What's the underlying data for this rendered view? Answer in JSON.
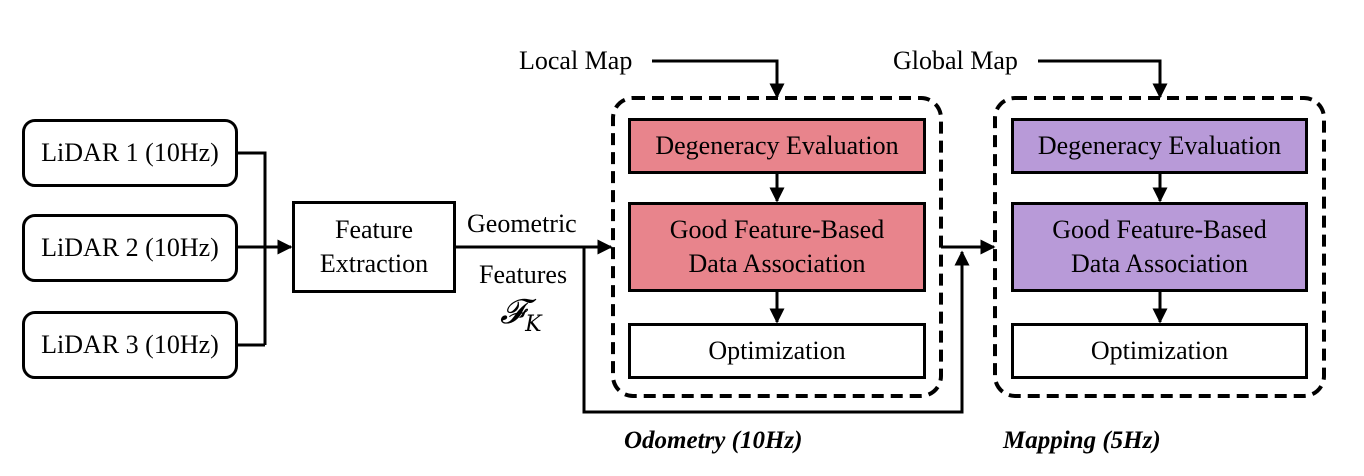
{
  "inputs": {
    "lidar1": "LiDAR 1 (10Hz)",
    "lidar2": "LiDAR 2 (10Hz)",
    "lidar3": "LiDAR 3 (10Hz)"
  },
  "feature_extraction": {
    "line1": "Feature",
    "line2": "Extraction"
  },
  "features_label": {
    "line1": "Geometric",
    "line2": "Features",
    "symbol": "𝓕",
    "subscript": "K"
  },
  "odometry": {
    "map_input": "Local Map",
    "degeneracy": "Degeneracy Evaluation",
    "association_line1": "Good Feature-Based",
    "association_line2": "Data Association",
    "optimization": "Optimization",
    "caption": "Odometry (10Hz)",
    "color": "#e8848c"
  },
  "mapping": {
    "map_input": "Global Map",
    "degeneracy": "Degeneracy Evaluation",
    "association_line1": "Good Feature-Based",
    "association_line2": "Data Association",
    "optimization": "Optimization",
    "caption": "Mapping (5Hz)",
    "color": "#b89ad8"
  }
}
